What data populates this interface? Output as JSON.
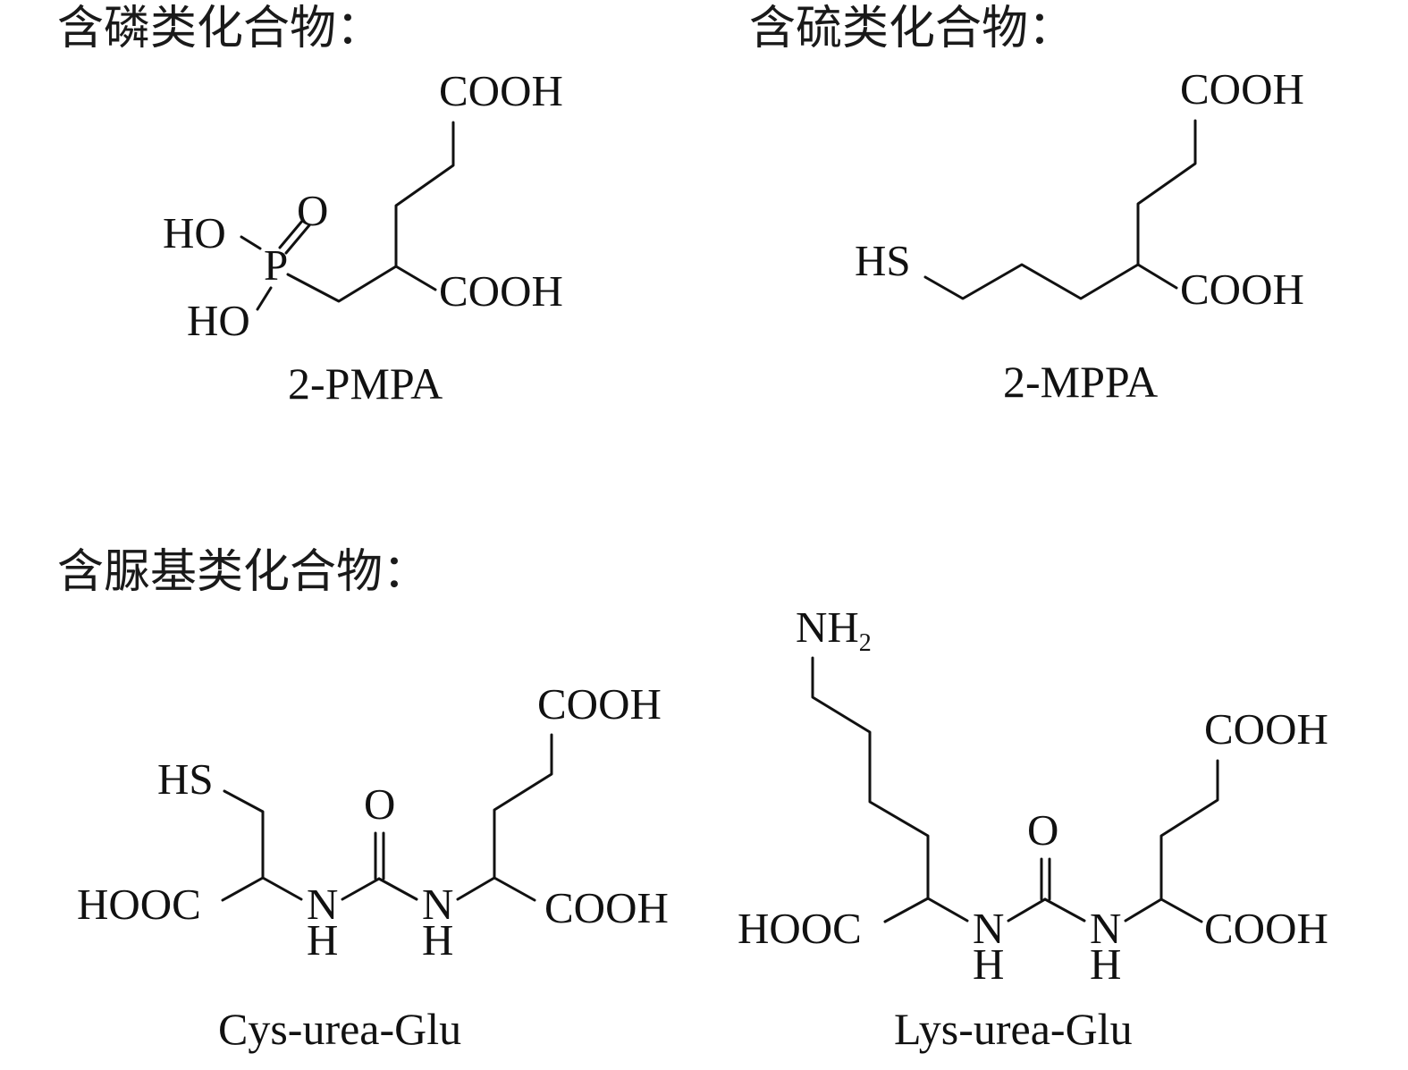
{
  "sections": {
    "phosphorus": "含磷类化合物：",
    "sulfur": "含硫类化合物：",
    "urea": "含脲基类化合物："
  },
  "compounds": {
    "pmpa": {
      "name": "2-PMPA",
      "labels": {
        "cooh_top": "COOH",
        "cooh_mid": "COOH",
        "ho_top": "HO",
        "ho_bottom": "HO",
        "p": "P",
        "o": "O"
      }
    },
    "mppa": {
      "name": "2-MPPA",
      "labels": {
        "cooh_top": "COOH",
        "cooh_mid": "COOH",
        "hs": "HS"
      }
    },
    "cys_urea_glu": {
      "name": "Cys-urea-Glu",
      "labels": {
        "hs": "HS",
        "o": "O",
        "hooc": "HOOC",
        "n1": "N",
        "h1": "H",
        "n2": "N",
        "h2": "H",
        "cooh_top": "COOH",
        "cooh_right": "COOH"
      }
    },
    "lys_urea_glu": {
      "name": "Lys-urea-Glu",
      "labels": {
        "nh2": "NH",
        "nh2_sub": "2",
        "o": "O",
        "hooc": "HOOC",
        "n1": "N",
        "h1": "H",
        "n2": "N",
        "h2": "H",
        "cooh_top": "COOH",
        "cooh_right": "COOH"
      }
    }
  }
}
